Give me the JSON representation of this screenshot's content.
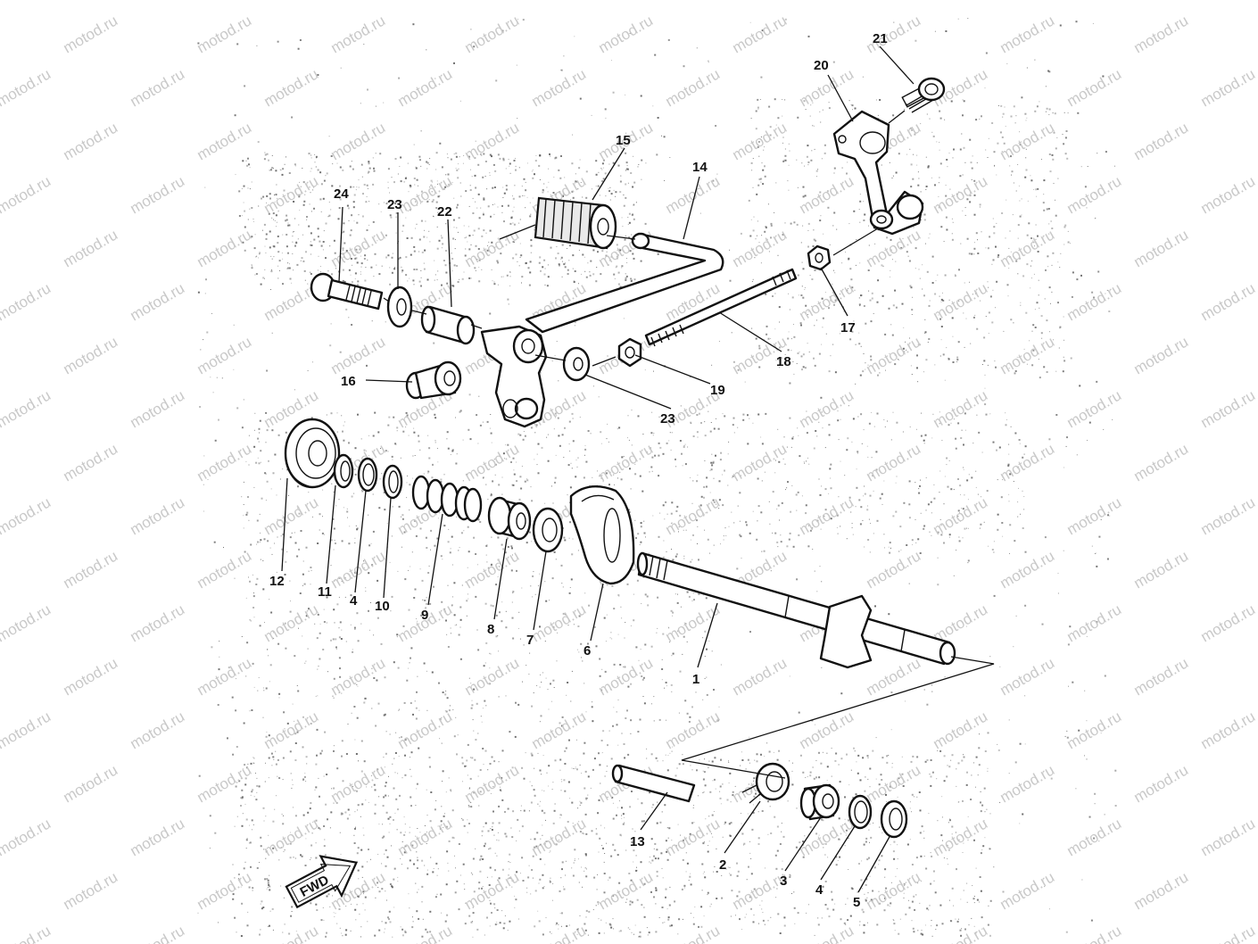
{
  "watermark": {
    "text": "motod.ru"
  },
  "direction_arrow": {
    "label": "FWD"
  },
  "callouts": [
    {
      "id": "c21",
      "label": "21"
    },
    {
      "id": "c20",
      "label": "20"
    },
    {
      "id": "c15",
      "label": "15"
    },
    {
      "id": "c14",
      "label": "14"
    },
    {
      "id": "c24",
      "label": "24"
    },
    {
      "id": "c23a",
      "label": "23"
    },
    {
      "id": "c22",
      "label": "22"
    },
    {
      "id": "c17",
      "label": "17"
    },
    {
      "id": "c18",
      "label": "18"
    },
    {
      "id": "c19",
      "label": "19"
    },
    {
      "id": "c16",
      "label": "16"
    },
    {
      "id": "c23b",
      "label": "23"
    },
    {
      "id": "c12",
      "label": "12"
    },
    {
      "id": "c11",
      "label": "11"
    },
    {
      "id": "c4a",
      "label": "4"
    },
    {
      "id": "c10",
      "label": "10"
    },
    {
      "id": "c9",
      "label": "9"
    },
    {
      "id": "c8",
      "label": "8"
    },
    {
      "id": "c7",
      "label": "7"
    },
    {
      "id": "c6",
      "label": "6"
    },
    {
      "id": "c1",
      "label": "1"
    },
    {
      "id": "c13",
      "label": "13"
    },
    {
      "id": "c2",
      "label": "2"
    },
    {
      "id": "c3",
      "label": "3"
    },
    {
      "id": "c4b",
      "label": "4"
    },
    {
      "id": "c5",
      "label": "5"
    }
  ]
}
